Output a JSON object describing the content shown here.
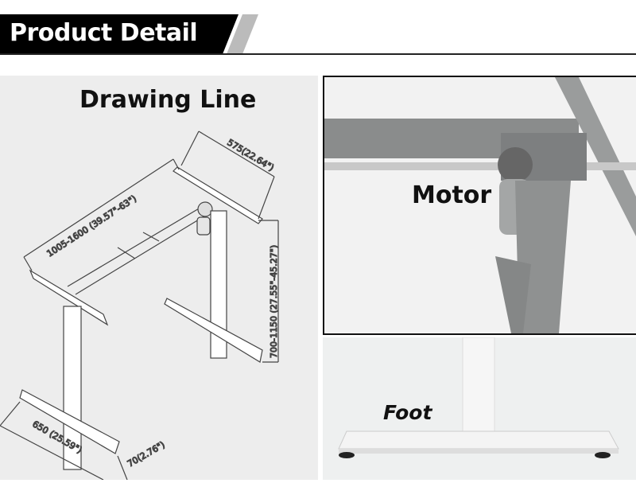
{
  "header": {
    "title": "Product Detail"
  },
  "drawing": {
    "title": "Drawing Line",
    "dimensions": {
      "width": "1005-1600 (39.57\"-63\")",
      "depth_top": "575(22.64\")",
      "height": "700-1150 (27.55\"-45.27\")",
      "foot_length": "650 (25.59\")",
      "foot_width": "70(2.76\")"
    }
  },
  "photos": {
    "motor_label": "Motor",
    "foot_label": "Foot"
  },
  "colors": {
    "banner": "#000000",
    "frame_gray": "#8a8c8c",
    "foot_white": "#f4f4f4"
  }
}
